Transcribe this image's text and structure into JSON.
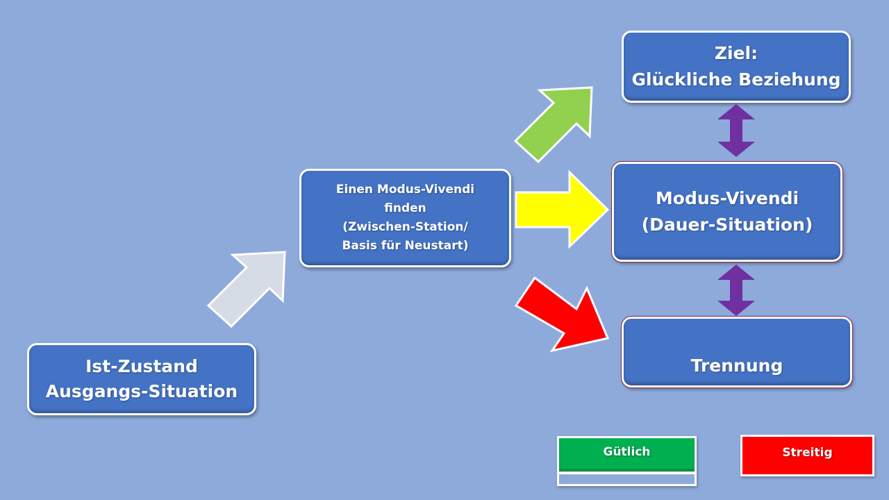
{
  "boxes": {
    "ist_zustand": {
      "line1": "Ist-Zustand",
      "line2": "Ausgangs-Situation"
    },
    "zwischen": {
      "line1": "Einen Modus-Vivendi",
      "line2": "finden",
      "line3": "(Zwischen-Station/",
      "line4": "Basis für Neustart)"
    },
    "ziel": {
      "line1": "Ziel:",
      "line2": "Glückliche Beziehung"
    },
    "modus_vivendi": {
      "line1": "Modus-Vivendi",
      "line2": "(Dauer-Situation)"
    },
    "trennung": {
      "line1": "Trennung"
    }
  },
  "arrows": {
    "step_up": {
      "color": "#d6dce5",
      "direction": "up-right"
    },
    "green": {
      "color": "#92d050",
      "direction": "up-right"
    },
    "yellow": {
      "color": "#ffff00",
      "direction": "right"
    },
    "red": {
      "color": "#ff0000",
      "direction": "down-right"
    },
    "double": {
      "color": "#7030a0",
      "direction": "up-down"
    }
  },
  "legend": {
    "guetlich": {
      "label": "Gütlich",
      "color": "#00b050"
    },
    "streitig": {
      "label": "Streitig",
      "color": "#ff0000"
    }
  }
}
